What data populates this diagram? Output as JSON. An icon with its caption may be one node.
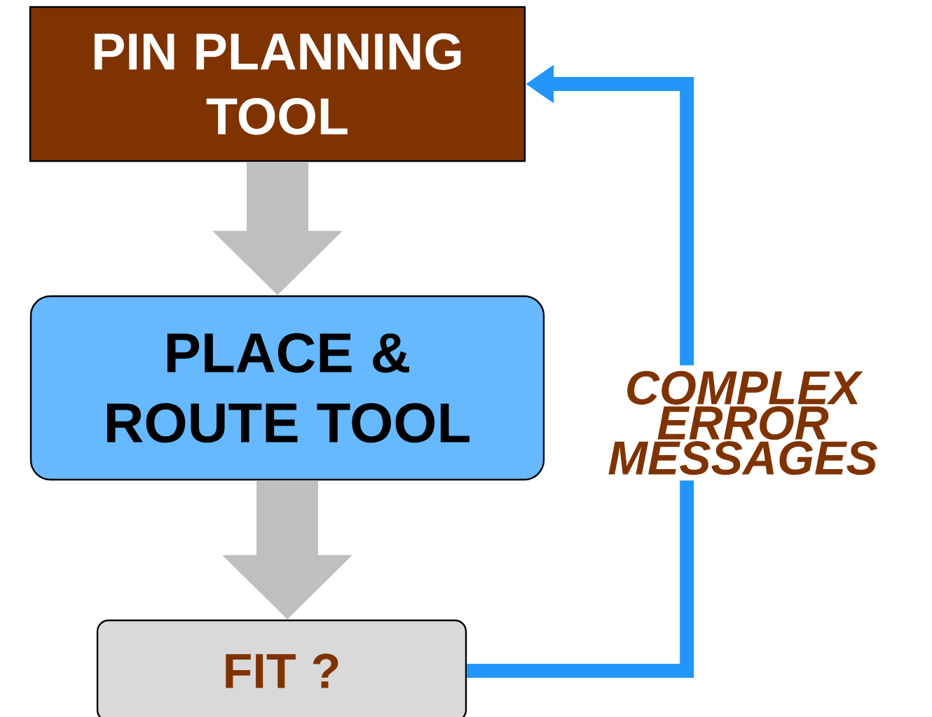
{
  "diagram": {
    "nodes": [
      {
        "text": [
          "PIN PLANNING TOOL"
        ]
      },
      {
        "text": [
          "PLACE & ROUTE TOOL"
        ]
      },
      {
        "text": [
          "FIT ?"
        ]
      }
    ],
    "edges": [
      {
        "from": 0,
        "to": 1,
        "arrow": "to"
      },
      {
        "from": 1,
        "to": 2,
        "arrow": "to"
      },
      {
        "from": 2,
        "to": 0,
        "arrow": "to",
        "color": "#2196f8",
        "label": "COMPLEX ERROR MESSAGES"
      }
    ]
  }
}
